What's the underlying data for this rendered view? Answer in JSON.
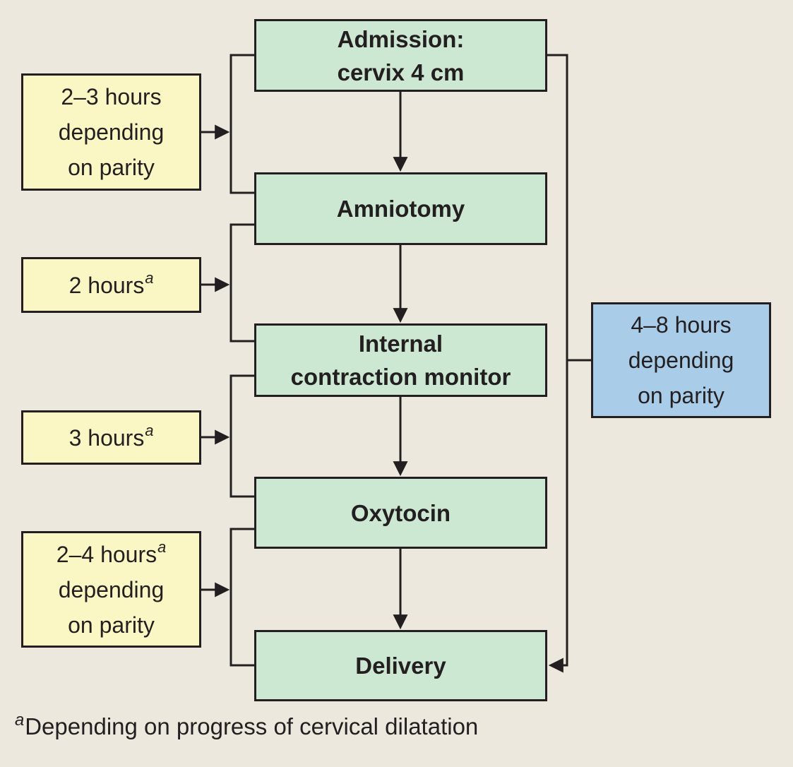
{
  "colors": {
    "background": "#ece8dd",
    "stage_fill": "#cce7d2",
    "duration_fill": "#fbf7c4",
    "parity_fill": "#a9cce9",
    "line": "#231f20"
  },
  "stages": [
    {
      "line1": "Admission:",
      "line2": "cervix 4 cm"
    },
    {
      "line1": "Amniotomy"
    },
    {
      "line1": "Internal",
      "line2": "contraction monitor"
    },
    {
      "line1": "Oxytocin"
    },
    {
      "line1": "Delivery"
    }
  ],
  "left_durations": [
    {
      "line1": "2–3 hours",
      "line2": "depending",
      "line3": "on parity"
    },
    {
      "line1": "2 hours",
      "sup": "a"
    },
    {
      "line1": "3 hours",
      "sup": "a"
    },
    {
      "line1": "2–4 hours",
      "sup": "a",
      "line2": "depending",
      "line3": "on parity"
    }
  ],
  "right_duration": {
    "line1": "4–8 hours",
    "line2": "depending",
    "line3": "on parity"
  },
  "footnote": {
    "marker": "a",
    "text": "Depending on progress of cervical dilatation"
  }
}
